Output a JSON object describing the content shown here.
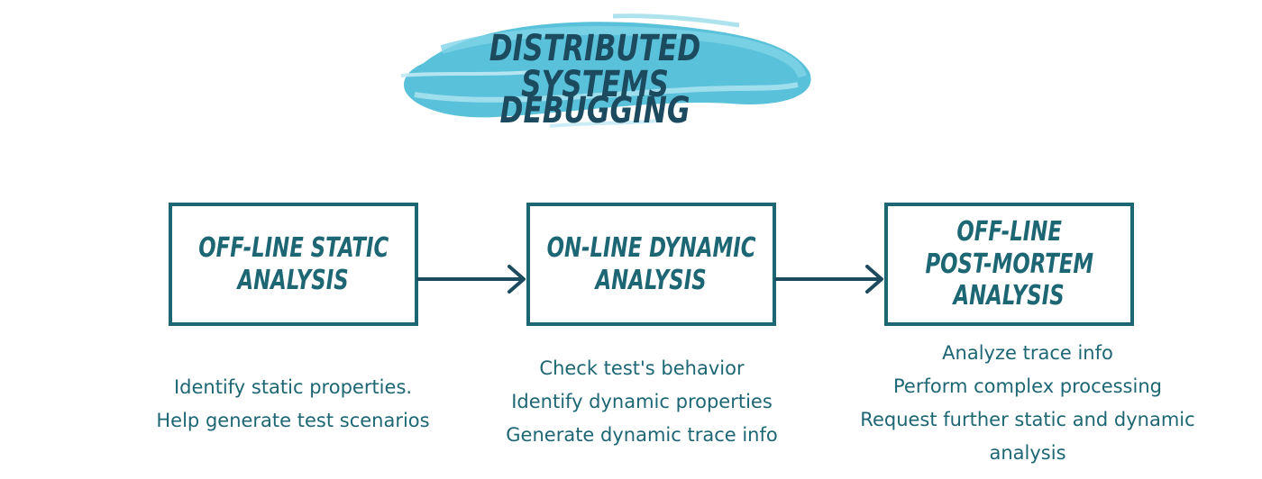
{
  "title": {
    "line1": "DISTRIBUTED SYSTEMS",
    "line2": "DEBUGGING"
  },
  "colors": {
    "title": "#1c4a5e",
    "accent": "#1d6674",
    "brush": "#3cb6d4"
  },
  "stages": [
    {
      "title_lines": [
        "OFF-LINE STATIC",
        "ANALYSIS"
      ],
      "description": [
        "Identify static properties.",
        "Help generate test scenarios"
      ]
    },
    {
      "title_lines": [
        "ON-LINE DYNAMIC",
        "ANALYSIS"
      ],
      "description": [
        "Check test's behavior",
        "Identify dynamic properties",
        "Generate dynamic trace info"
      ]
    },
    {
      "title_lines": [
        "OFF-LINE",
        "POST-MORTEM",
        "ANALYSIS"
      ],
      "description": [
        "Analyze trace info",
        "Perform complex processing",
        "Request further static and dynamic",
        "analysis"
      ]
    }
  ]
}
